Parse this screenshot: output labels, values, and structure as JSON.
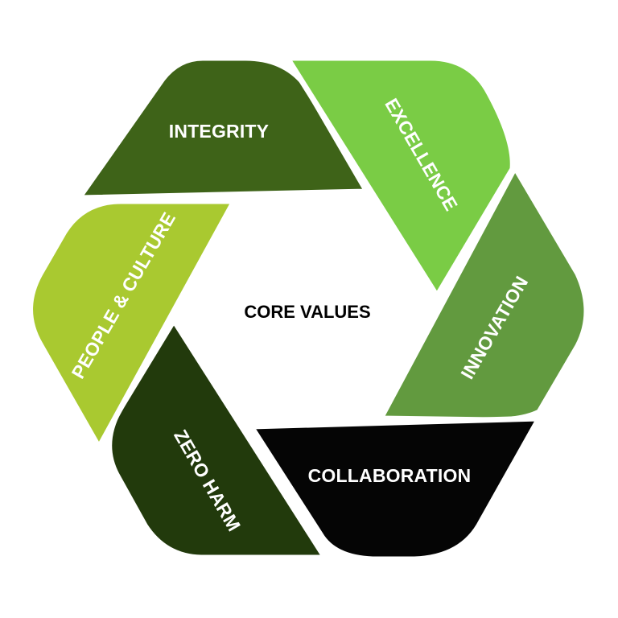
{
  "center": {
    "label": "CORE VALUES"
  },
  "segments": [
    {
      "label": "INTEGRITY",
      "color": "#3e6318"
    },
    {
      "label": "EXCELLENCE",
      "color": "#7acc45"
    },
    {
      "label": "INNOVATION",
      "color": "#629a3f"
    },
    {
      "label": "COLLABORATION",
      "color": "#050505"
    },
    {
      "label": "ZERO HARM",
      "color": "#223a0c"
    },
    {
      "label": "PEOPLE & CULTURE",
      "color": "#a9c930"
    }
  ]
}
